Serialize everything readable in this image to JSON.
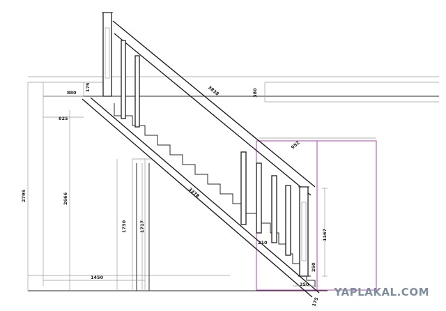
{
  "dimensions": {
    "top_run": "880",
    "top_small": "175",
    "side_gap": "825",
    "stringer_top": "3838",
    "right_top": "380",
    "diag_short": "952",
    "total_height": "2795",
    "lower_height": "2666",
    "stringer_bottom": "3378",
    "door_height": "1730",
    "door_side": "1717",
    "right_height": "1167",
    "step_small": "210",
    "bottom_run": "1450",
    "bottom_right_a": "250",
    "bottom_right_b": "250",
    "bottom_small": "175"
  },
  "colors": {
    "line": "#1e1e1e",
    "guide": "#9a9a9a",
    "accent": "#c23bb8"
  },
  "watermark": "YAPLAKAL.COM"
}
